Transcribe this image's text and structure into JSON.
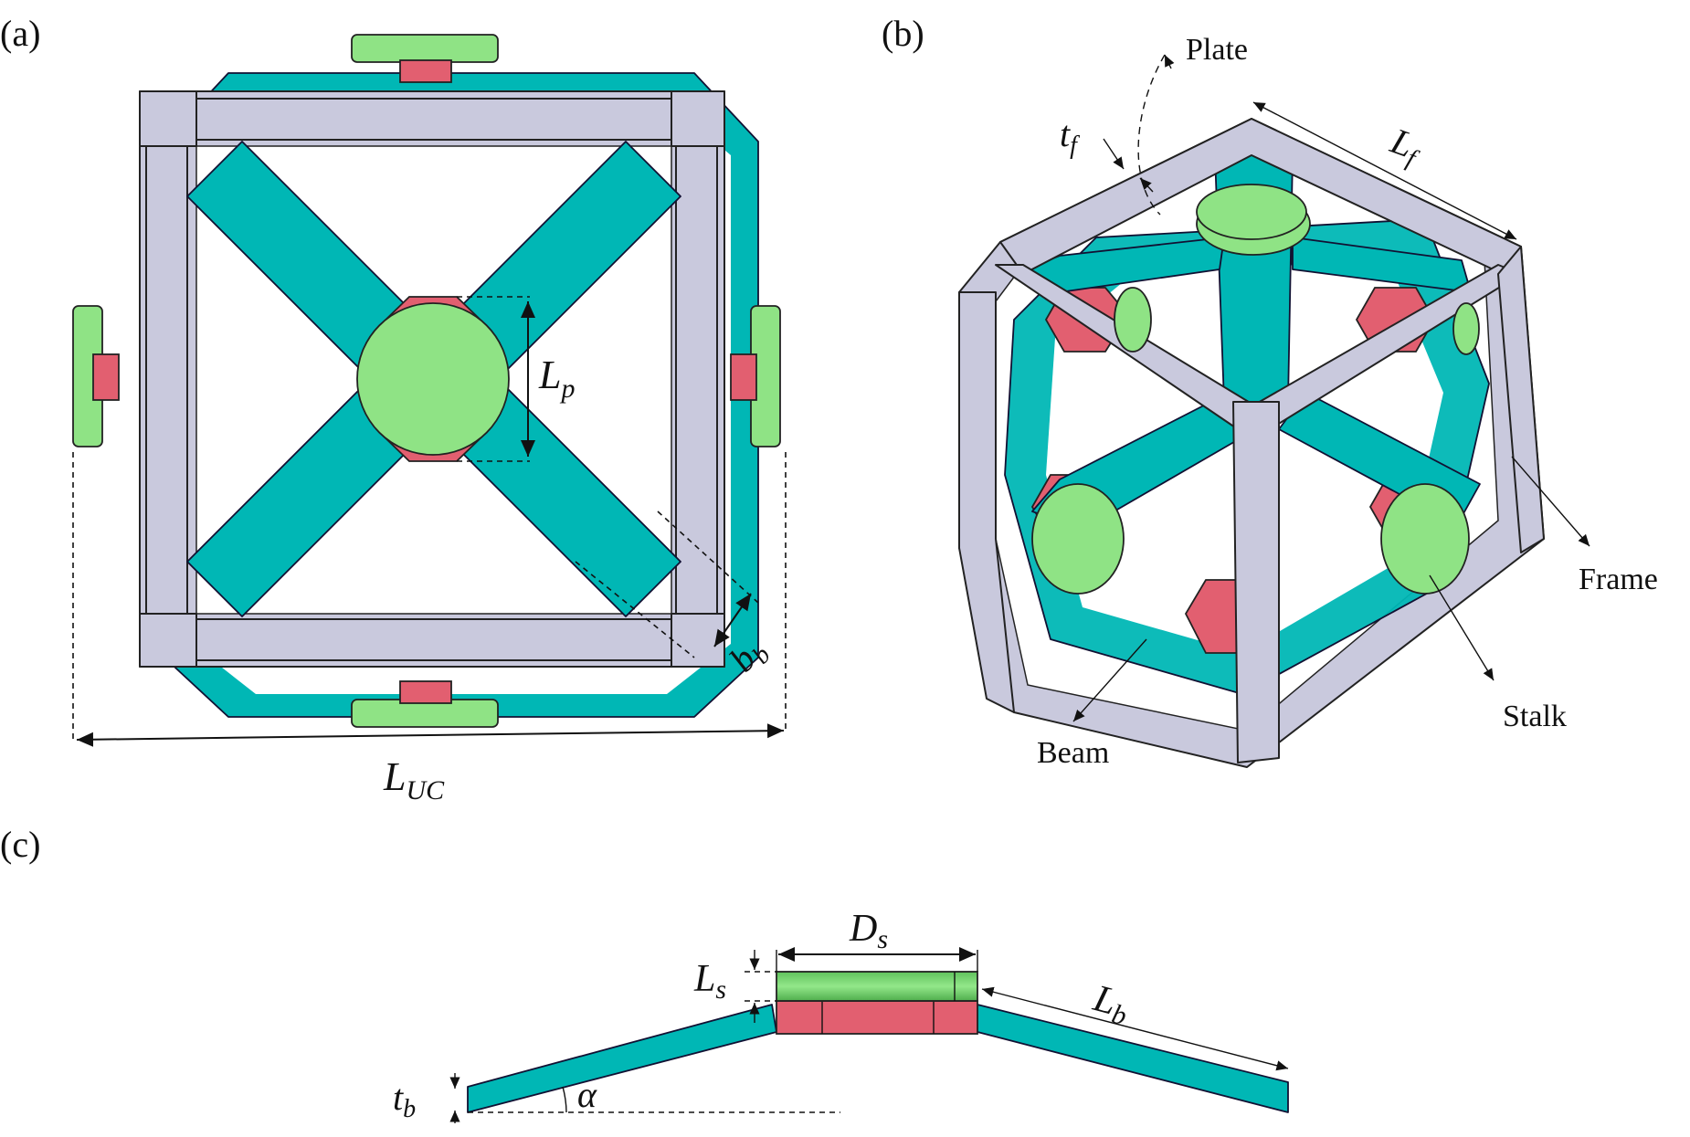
{
  "panels": {
    "a": {
      "tag": "(a)",
      "lp": "L",
      "lp_sub": "p",
      "bb": "b",
      "bb_sub": "b",
      "luc": "L",
      "luc_sub": "UC"
    },
    "b": {
      "tag": "(b)",
      "plate": "Plate",
      "frame": "Frame",
      "stalk": "Stalk",
      "beam": "Beam",
      "tf": "t",
      "tf_sub": "f",
      "lf": "L",
      "lf_sub": "f"
    },
    "c": {
      "tag": "(c)",
      "ds": "D",
      "ds_sub": "s",
      "ls": "L",
      "ls_sub": "s",
      "lb": "L",
      "lb_sub": "b",
      "tb": "t",
      "tb_sub": "b",
      "alpha": "α"
    }
  },
  "colors": {
    "frame": "#c9c9dd",
    "beam": "#00b7b5",
    "stalk": "#e25f70",
    "plate": "#8fe385"
  }
}
